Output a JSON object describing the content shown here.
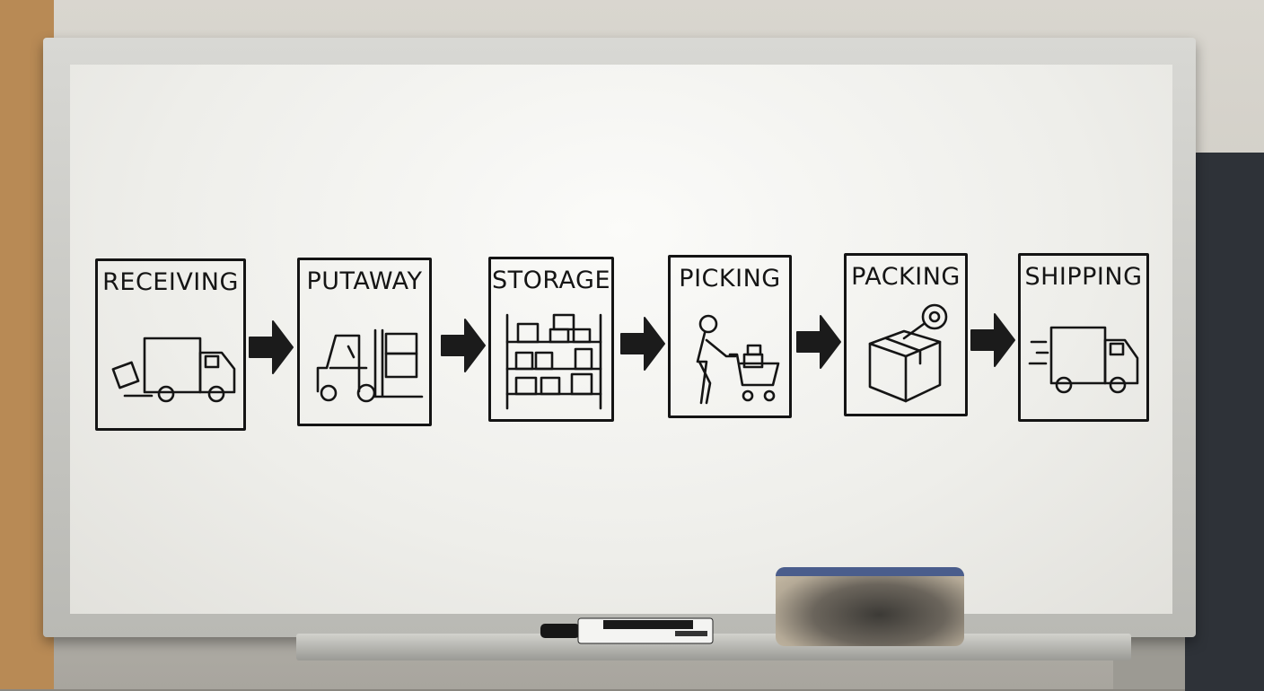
{
  "scene": "warehouse whiteboard",
  "board": {
    "stages": [
      {
        "label": "RECEIVING",
        "icon": "delivery-truck-icon"
      },
      {
        "label": "PUTAWAY",
        "icon": "forklift-icon"
      },
      {
        "label": "STORAGE",
        "icon": "shelving-icon"
      },
      {
        "label": "PICKING",
        "icon": "shopping-cart-icon"
      },
      {
        "label": "PACKING",
        "icon": "box-tape-icon"
      },
      {
        "label": "SHIPPING",
        "icon": "moving-truck-icon"
      }
    ],
    "arrow_count": 5
  },
  "colors": {
    "marker_ink": "#151515",
    "board_white": "#f4f4f1",
    "frame_aluminum": "#c4c4bf",
    "eraser_felt": "#4a4641"
  }
}
